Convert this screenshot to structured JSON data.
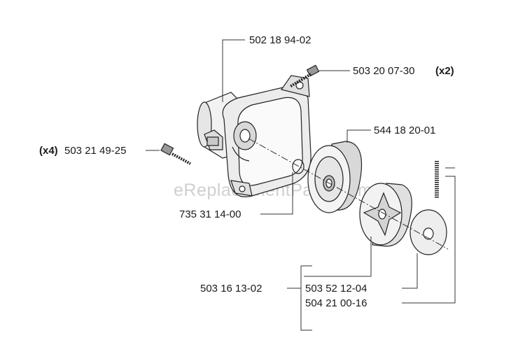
{
  "watermark": "eReplacementParts.com",
  "labels": {
    "gearbox_housing": "502 18 94-02",
    "screw_top": "503 20 07-30",
    "screw_top_qty": "(x2)",
    "screw_left_qty": "(x4)",
    "screw_left": "503 21 49-25",
    "clutch_drum": "544 18 20-01",
    "ring": "735 31 14-00",
    "spring_group": "503 16 13-02",
    "clutch_shoes": "503 52 12-04",
    "washer": "504 21 00-16"
  }
}
